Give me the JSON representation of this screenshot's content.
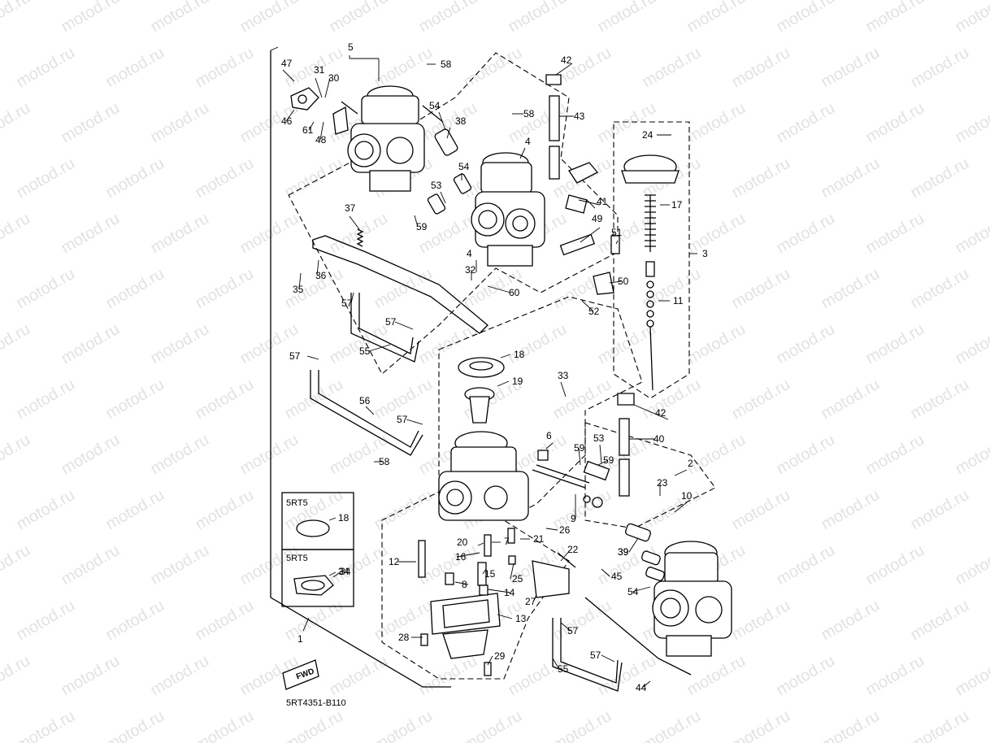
{
  "watermark": "motod.ru",
  "diagram_code": "5RT4351-B110",
  "fwd_label": "FWD",
  "variant_boxes": [
    {
      "model": "5RT5",
      "part": "18"
    },
    {
      "model": "5RT5",
      "part": "34"
    }
  ],
  "callouts": [
    "1",
    "2",
    "3",
    "4",
    "4",
    "5",
    "6",
    "7",
    "8",
    "9",
    "10",
    "11",
    "12",
    "13",
    "14",
    "15",
    "16",
    "17",
    "18",
    "19",
    "20",
    "21",
    "22",
    "23",
    "24",
    "25",
    "26",
    "27",
    "28",
    "29",
    "30",
    "31",
    "32",
    "33",
    "34",
    "35",
    "36",
    "37",
    "38",
    "39",
    "39",
    "40",
    "41",
    "42",
    "42",
    "43",
    "44",
    "45",
    "46",
    "47",
    "48",
    "49",
    "50",
    "51",
    "52",
    "53",
    "53",
    "54",
    "54",
    "54",
    "55",
    "55",
    "56",
    "57",
    "57",
    "57",
    "57",
    "57",
    "57",
    "58",
    "58",
    "58",
    "59",
    "59",
    "59",
    "60",
    "61"
  ]
}
